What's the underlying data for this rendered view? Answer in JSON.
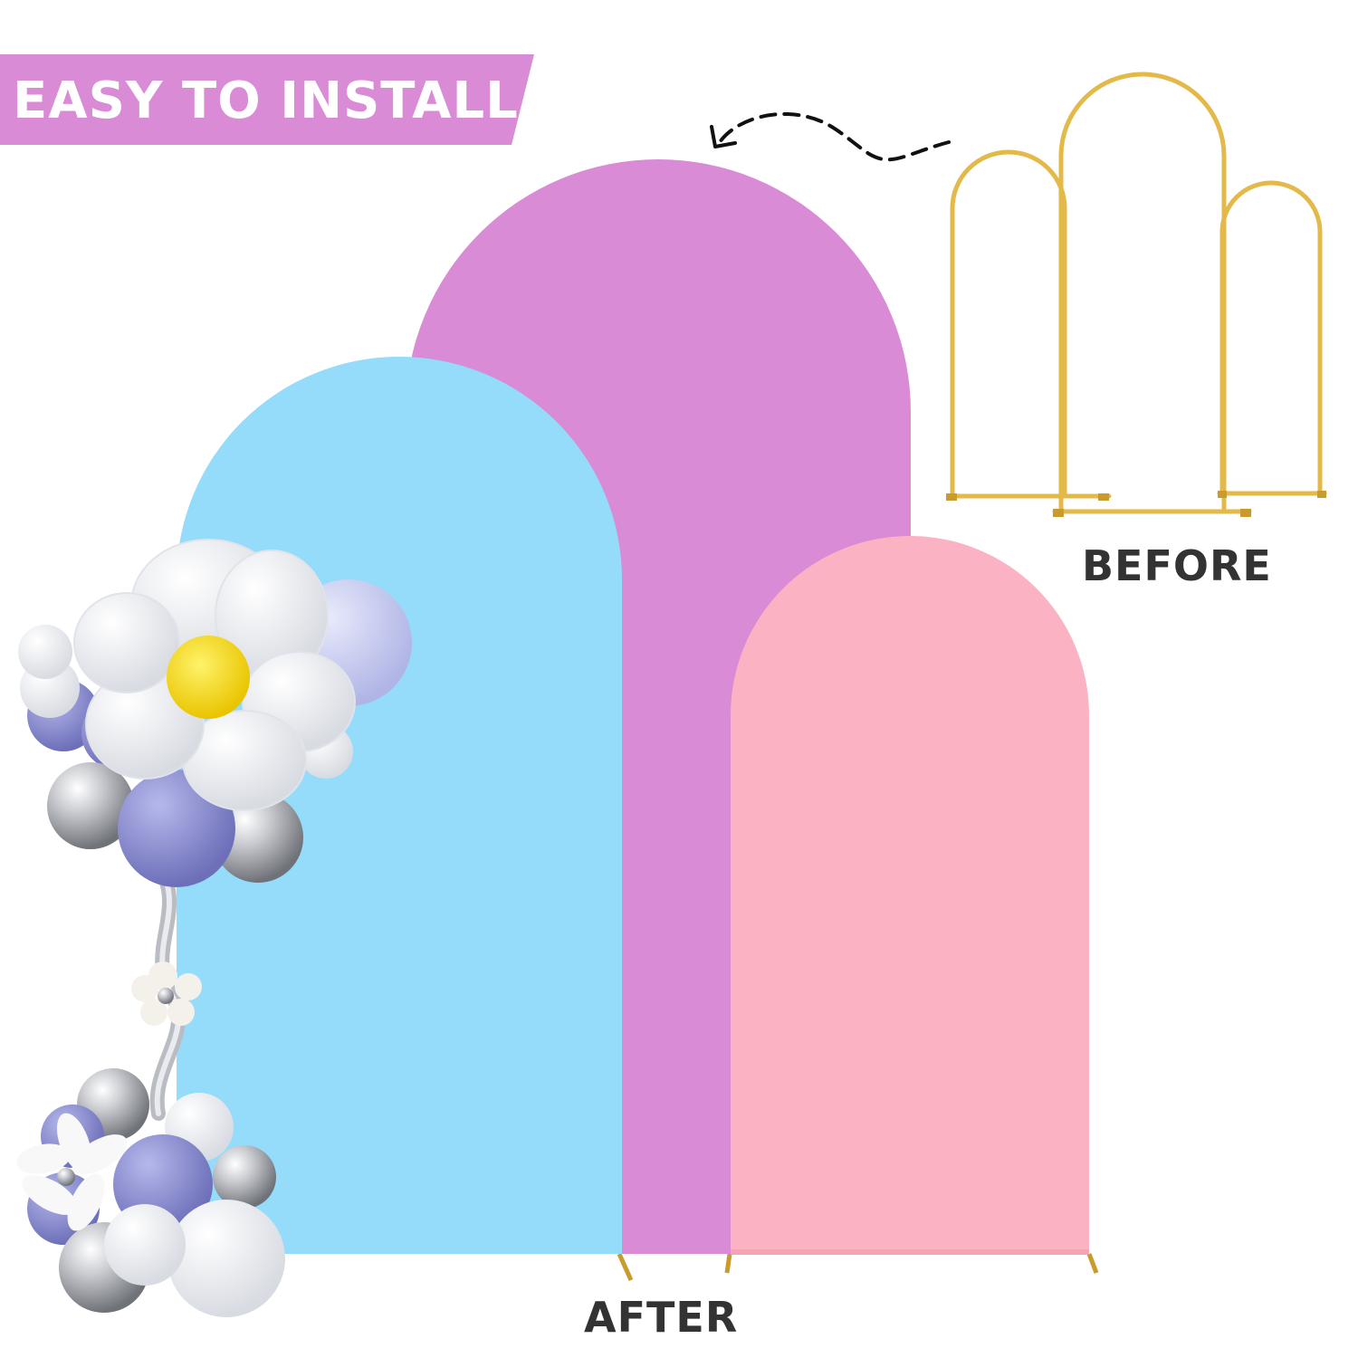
{
  "banner": {
    "label": "EASY TO INSTALL",
    "color": "#d98bd5"
  },
  "captions": {
    "before": "BEFORE",
    "after": "AFTER"
  },
  "colors": {
    "blue_cover": "#94dcfa",
    "purple_cover": "#d98bd5",
    "pink_cover": "#fbb3c3",
    "gold_frame": "#e3b94a",
    "caption_text": "#333333"
  },
  "icons": {
    "arrow": "dashed-curved-arrow-icon",
    "flower": "daisy-balloon-icon"
  }
}
